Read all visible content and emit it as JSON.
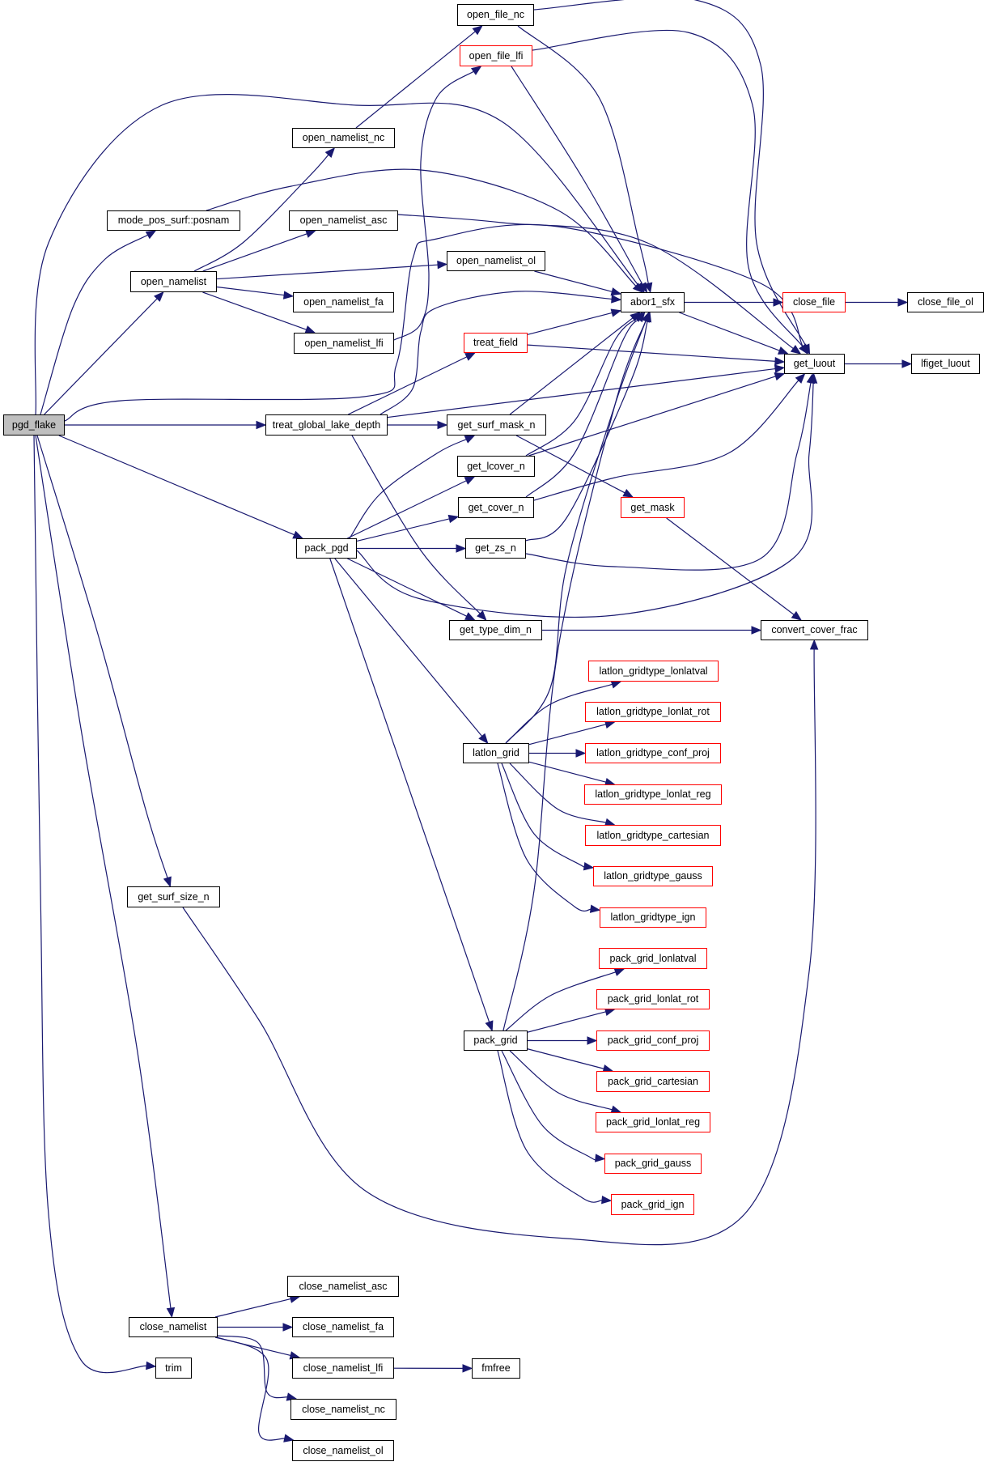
{
  "diagram": {
    "type": "call-graph",
    "root": "pgd_flake",
    "colors": {
      "edge": "#191970",
      "root_fill": "#bfbfbf",
      "node_border": "#000000",
      "truncated_border": "#ff0000"
    },
    "nodes": [
      {
        "id": "pgd_flake",
        "label": "pgd_flake",
        "root": true
      },
      {
        "id": "open_file_nc",
        "label": "open_file_nc"
      },
      {
        "id": "open_file_lfi",
        "label": "open_file_lfi",
        "truncated": true
      },
      {
        "id": "open_namelist_nc",
        "label": "open_namelist_nc"
      },
      {
        "id": "mode_pos_surf_posnam",
        "label": "mode_pos_surf::posnam"
      },
      {
        "id": "open_namelist_asc",
        "label": "open_namelist_asc"
      },
      {
        "id": "open_namelist",
        "label": "open_namelist"
      },
      {
        "id": "open_namelist_ol",
        "label": "open_namelist_ol"
      },
      {
        "id": "open_namelist_fa",
        "label": "open_namelist_fa"
      },
      {
        "id": "open_namelist_lfi",
        "label": "open_namelist_lfi"
      },
      {
        "id": "abor1_sfx",
        "label": "abor1_sfx"
      },
      {
        "id": "close_file",
        "label": "close_file",
        "truncated": true
      },
      {
        "id": "close_file_ol",
        "label": "close_file_ol"
      },
      {
        "id": "treat_field",
        "label": "treat_field",
        "truncated": true
      },
      {
        "id": "get_luout",
        "label": "get_luout"
      },
      {
        "id": "lfiget_luout",
        "label": "lfiget_luout"
      },
      {
        "id": "treat_global_lake_depth",
        "label": "treat_global_lake_depth"
      },
      {
        "id": "get_surf_mask_n",
        "label": "get_surf_mask_n"
      },
      {
        "id": "get_lcover_n",
        "label": "get_lcover_n"
      },
      {
        "id": "get_cover_n",
        "label": "get_cover_n"
      },
      {
        "id": "get_mask",
        "label": "get_mask",
        "truncated": true
      },
      {
        "id": "pack_pgd",
        "label": "pack_pgd"
      },
      {
        "id": "get_zs_n",
        "label": "get_zs_n"
      },
      {
        "id": "get_type_dim_n",
        "label": "get_type_dim_n"
      },
      {
        "id": "convert_cover_frac",
        "label": "convert_cover_frac"
      },
      {
        "id": "latlon_gridtype_lonlatval",
        "label": "latlon_gridtype_lonlatval",
        "truncated": true
      },
      {
        "id": "latlon_gridtype_lonlat_rot",
        "label": "latlon_gridtype_lonlat_rot",
        "truncated": true
      },
      {
        "id": "latlon_grid",
        "label": "latlon_grid"
      },
      {
        "id": "latlon_gridtype_conf_proj",
        "label": "latlon_gridtype_conf_proj",
        "truncated": true
      },
      {
        "id": "latlon_gridtype_lonlat_reg",
        "label": "latlon_gridtype_lonlat_reg",
        "truncated": true
      },
      {
        "id": "latlon_gridtype_cartesian",
        "label": "latlon_gridtype_cartesian",
        "truncated": true
      },
      {
        "id": "latlon_gridtype_gauss",
        "label": "latlon_gridtype_gauss",
        "truncated": true
      },
      {
        "id": "latlon_gridtype_ign",
        "label": "latlon_gridtype_ign",
        "truncated": true
      },
      {
        "id": "get_surf_size_n",
        "label": "get_surf_size_n"
      },
      {
        "id": "pack_grid_lonlatval",
        "label": "pack_grid_lonlatval",
        "truncated": true
      },
      {
        "id": "pack_grid_lonlat_rot",
        "label": "pack_grid_lonlat_rot",
        "truncated": true
      },
      {
        "id": "pack_grid",
        "label": "pack_grid"
      },
      {
        "id": "pack_grid_conf_proj",
        "label": "pack_grid_conf_proj",
        "truncated": true
      },
      {
        "id": "pack_grid_cartesian",
        "label": "pack_grid_cartesian",
        "truncated": true
      },
      {
        "id": "pack_grid_lonlat_reg",
        "label": "pack_grid_lonlat_reg",
        "truncated": true
      },
      {
        "id": "pack_grid_gauss",
        "label": "pack_grid_gauss",
        "truncated": true
      },
      {
        "id": "pack_grid_ign",
        "label": "pack_grid_ign",
        "truncated": true
      },
      {
        "id": "close_namelist_asc",
        "label": "close_namelist_asc"
      },
      {
        "id": "close_namelist",
        "label": "close_namelist"
      },
      {
        "id": "close_namelist_fa",
        "label": "close_namelist_fa"
      },
      {
        "id": "trim",
        "label": "trim"
      },
      {
        "id": "close_namelist_lfi",
        "label": "close_namelist_lfi"
      },
      {
        "id": "fmfree",
        "label": "fmfree"
      },
      {
        "id": "close_namelist_nc",
        "label": "close_namelist_nc"
      },
      {
        "id": "close_namelist_ol",
        "label": "close_namelist_ol"
      }
    ],
    "edges": [
      [
        "pgd_flake",
        "abor1_sfx"
      ],
      [
        "pgd_flake",
        "mode_pos_surf_posnam"
      ],
      [
        "pgd_flake",
        "open_namelist"
      ],
      [
        "pgd_flake",
        "get_luout"
      ],
      [
        "pgd_flake",
        "treat_global_lake_depth"
      ],
      [
        "pgd_flake",
        "pack_pgd"
      ],
      [
        "pgd_flake",
        "get_surf_size_n"
      ],
      [
        "pgd_flake",
        "close_namelist"
      ],
      [
        "pgd_flake",
        "trim"
      ],
      [
        "mode_pos_surf_posnam",
        "abor1_sfx"
      ],
      [
        "open_namelist",
        "open_namelist_nc"
      ],
      [
        "open_namelist",
        "open_namelist_asc"
      ],
      [
        "open_namelist",
        "open_namelist_ol"
      ],
      [
        "open_namelist",
        "open_namelist_fa"
      ],
      [
        "open_namelist",
        "open_namelist_lfi"
      ],
      [
        "open_namelist_nc",
        "open_file_nc"
      ],
      [
        "open_namelist_lfi",
        "open_file_lfi"
      ],
      [
        "open_namelist_asc",
        "get_luout"
      ],
      [
        "open_namelist_ol",
        "abor1_sfx"
      ],
      [
        "open_file_nc",
        "abor1_sfx"
      ],
      [
        "open_file_nc",
        "get_luout"
      ],
      [
        "open_file_lfi",
        "abor1_sfx"
      ],
      [
        "open_file_lfi",
        "get_luout"
      ],
      [
        "abor1_sfx",
        "close_file"
      ],
      [
        "abor1_sfx",
        "get_luout"
      ],
      [
        "close_file",
        "close_file_ol"
      ],
      [
        "get_luout",
        "lfiget_luout"
      ],
      [
        "treat_global_lake_depth",
        "abor1_sfx"
      ],
      [
        "treat_global_lake_depth",
        "treat_field"
      ],
      [
        "treat_global_lake_depth",
        "get_luout"
      ],
      [
        "treat_global_lake_depth",
        "get_surf_mask_n"
      ],
      [
        "treat_global_lake_depth",
        "get_type_dim_n"
      ],
      [
        "treat_field",
        "abor1_sfx"
      ],
      [
        "treat_field",
        "get_luout"
      ],
      [
        "get_surf_mask_n",
        "abor1_sfx"
      ],
      [
        "get_surf_mask_n",
        "get_mask"
      ],
      [
        "get_lcover_n",
        "abor1_sfx"
      ],
      [
        "get_lcover_n",
        "get_luout"
      ],
      [
        "get_cover_n",
        "abor1_sfx"
      ],
      [
        "get_cover_n",
        "get_luout"
      ],
      [
        "get_zs_n",
        "abor1_sfx"
      ],
      [
        "get_zs_n",
        "get_luout"
      ],
      [
        "get_mask",
        "convert_cover_frac"
      ],
      [
        "get_type_dim_n",
        "convert_cover_frac"
      ],
      [
        "pack_pgd",
        "get_surf_mask_n"
      ],
      [
        "pack_pgd",
        "get_lcover_n"
      ],
      [
        "pack_pgd",
        "get_cover_n"
      ],
      [
        "pack_pgd",
        "get_zs_n"
      ],
      [
        "pack_pgd",
        "get_luout"
      ],
      [
        "pack_pgd",
        "get_type_dim_n"
      ],
      [
        "pack_pgd",
        "latlon_grid"
      ],
      [
        "pack_pgd",
        "pack_grid"
      ],
      [
        "latlon_grid",
        "abor1_sfx"
      ],
      [
        "latlon_grid",
        "latlon_gridtype_lonlatval"
      ],
      [
        "latlon_grid",
        "latlon_gridtype_lonlat_rot"
      ],
      [
        "latlon_grid",
        "latlon_gridtype_conf_proj"
      ],
      [
        "latlon_grid",
        "latlon_gridtype_lonlat_reg"
      ],
      [
        "latlon_grid",
        "latlon_gridtype_cartesian"
      ],
      [
        "latlon_grid",
        "latlon_gridtype_gauss"
      ],
      [
        "latlon_grid",
        "latlon_gridtype_ign"
      ],
      [
        "pack_grid",
        "abor1_sfx"
      ],
      [
        "pack_grid",
        "pack_grid_lonlatval"
      ],
      [
        "pack_grid",
        "pack_grid_lonlat_rot"
      ],
      [
        "pack_grid",
        "pack_grid_conf_proj"
      ],
      [
        "pack_grid",
        "pack_grid_cartesian"
      ],
      [
        "pack_grid",
        "pack_grid_lonlat_reg"
      ],
      [
        "pack_grid",
        "pack_grid_gauss"
      ],
      [
        "pack_grid",
        "pack_grid_ign"
      ],
      [
        "get_surf_size_n",
        "convert_cover_frac"
      ],
      [
        "close_namelist",
        "close_namelist_asc"
      ],
      [
        "close_namelist",
        "close_namelist_fa"
      ],
      [
        "close_namelist",
        "close_namelist_lfi"
      ],
      [
        "close_namelist",
        "close_namelist_nc"
      ],
      [
        "close_namelist",
        "close_namelist_ol"
      ],
      [
        "close_namelist_lfi",
        "fmfree"
      ]
    ]
  }
}
